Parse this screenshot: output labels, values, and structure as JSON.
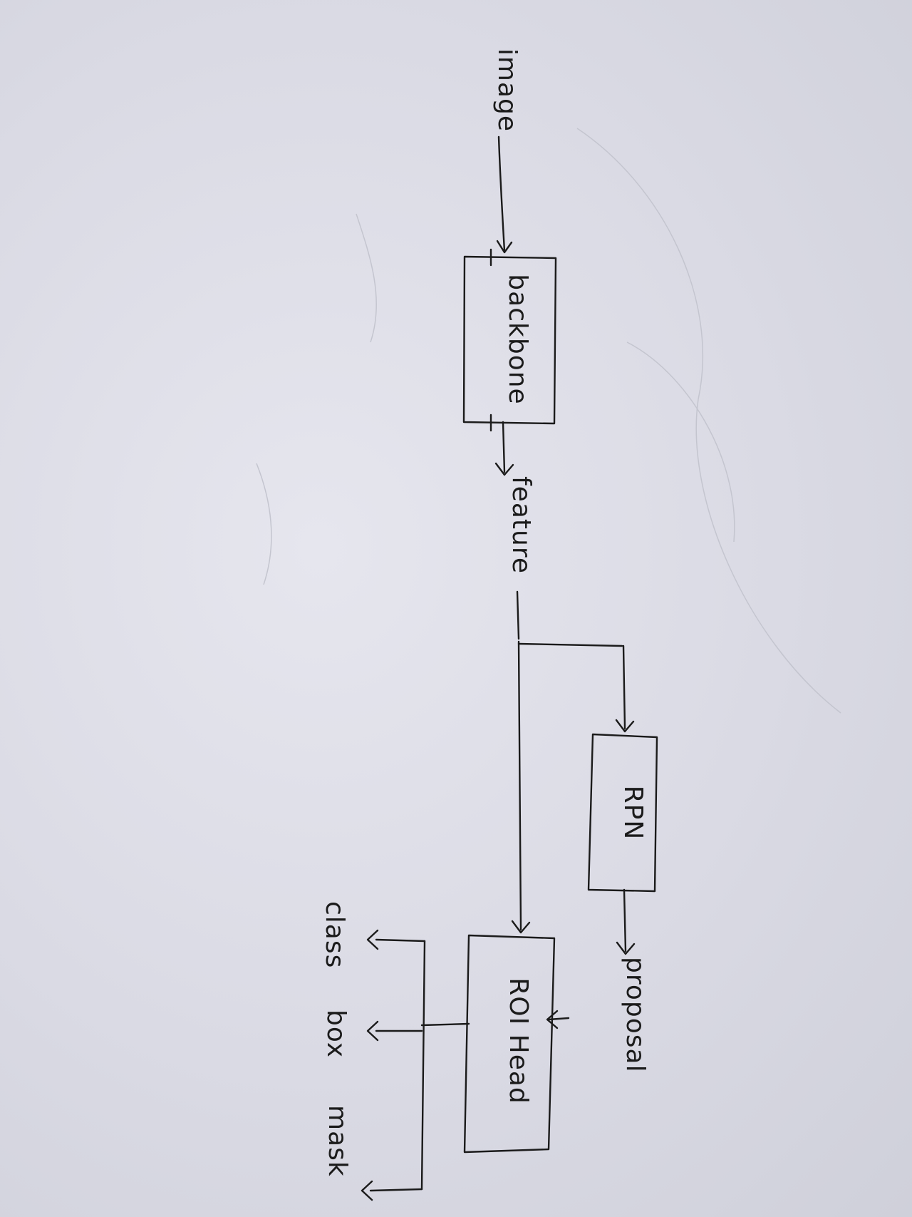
{
  "diagram": {
    "nodes": {
      "image": "image",
      "backbone": "backbone",
      "feature": "feature",
      "rpn": "RPN",
      "proposal": "proposal",
      "roi_head": "ROI Head",
      "class": "class",
      "box": "box",
      "mask": "mask"
    },
    "edges": [
      {
        "from": "image",
        "to": "backbone"
      },
      {
        "from": "backbone",
        "to": "feature"
      },
      {
        "from": "feature",
        "to": "RPN"
      },
      {
        "from": "feature",
        "to": "ROI Head"
      },
      {
        "from": "RPN",
        "to": "proposal"
      },
      {
        "from": "proposal",
        "to": "ROI Head"
      },
      {
        "from": "ROI Head",
        "to": "class"
      },
      {
        "from": "ROI Head",
        "to": "box"
      },
      {
        "from": "ROI Head",
        "to": "mask"
      }
    ],
    "orientation": "rotated-90-clockwise",
    "ink_color": "#1b1b1b",
    "paper_color": "#dcdce6"
  }
}
